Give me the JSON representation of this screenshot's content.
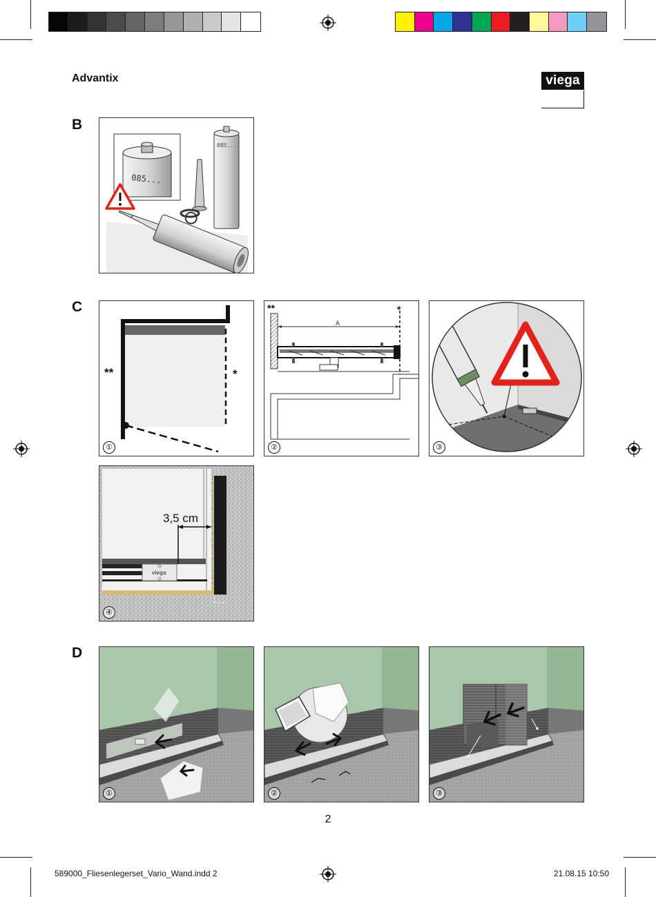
{
  "print_marks": {
    "gray_swatches": [
      "#050505",
      "#1c1c1c",
      "#333333",
      "#4b4b4b",
      "#646464",
      "#7d7d7d",
      "#979797",
      "#b0b0b0",
      "#cacaca",
      "#e4e4e4",
      "#ffffff"
    ],
    "color_swatches": [
      "#fff200",
      "#ec008c",
      "#00a8e8",
      "#2e3192",
      "#00a651",
      "#ed1c24",
      "#231f20",
      "#fff799",
      "#f49ac1",
      "#6dcff6",
      "#939598"
    ]
  },
  "header": {
    "title": "Advantix",
    "brand": "viega"
  },
  "sections": {
    "b": {
      "letter": "B",
      "can_label_1": "085...",
      "can_label_2": "085..."
    },
    "c": {
      "letter": "C",
      "panel1": {
        "step": "①",
        "mark_left": "**",
        "mark_right": "*"
      },
      "panel2": {
        "step": "②",
        "mark_left": "**",
        "mark_right": "*",
        "dimension": "A"
      },
      "panel3": {
        "step": "③"
      },
      "panel4": {
        "step": "④",
        "measure": "3,5 cm",
        "brand_plate": "viega"
      }
    },
    "d": {
      "letter": "D",
      "panel1": {
        "step": "①"
      },
      "panel2": {
        "step": "②"
      },
      "panel3": {
        "step": "③"
      }
    }
  },
  "page_number": "2",
  "footer": {
    "file": "589000_Fliesenlegerset_Vario_Wand.indd   2",
    "date": "21.08.15   10:50"
  },
  "colors": {
    "wall_green": "#a9c8a9",
    "wall_green_dark": "#93b693",
    "floor_gray": "#9a9a9a",
    "warning_red": "#e32219"
  }
}
